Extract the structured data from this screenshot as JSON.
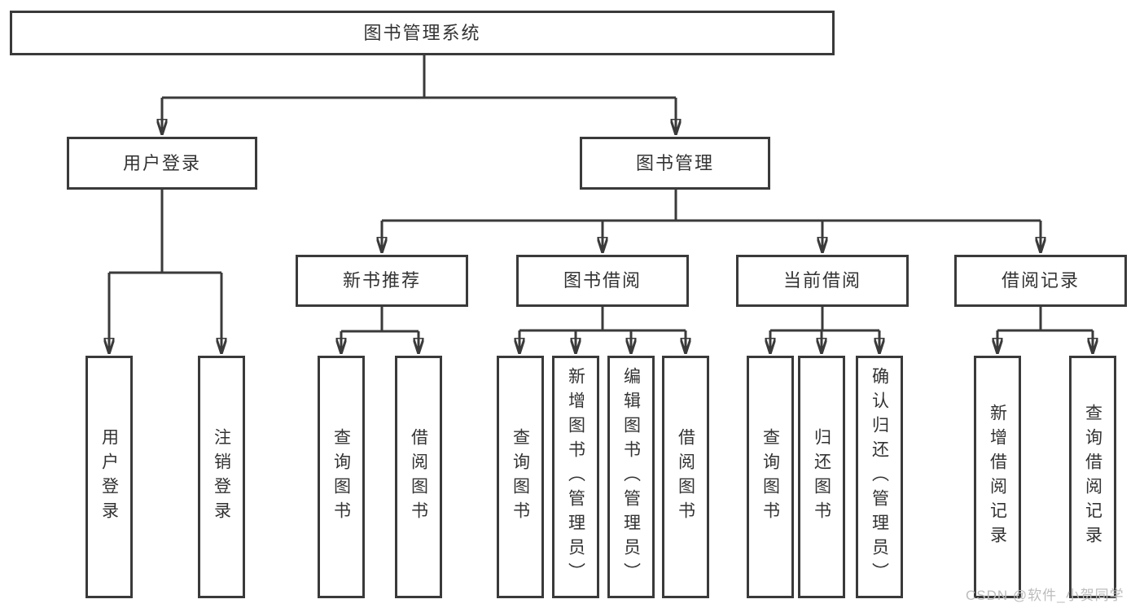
{
  "diagram": {
    "root": {
      "label": "图书管理系统"
    },
    "branches": [
      {
        "label": "用户登录",
        "children": [
          {
            "label": "用户登录"
          },
          {
            "label": "注销登录"
          }
        ]
      },
      {
        "label": "图书管理",
        "children": [
          {
            "label": "新书推荐",
            "children": [
              {
                "label": "查询图书"
              },
              {
                "label": "借阅图书"
              }
            ]
          },
          {
            "label": "图书借阅",
            "children": [
              {
                "label": "查询图书"
              },
              {
                "label": "新增图书（管理员）"
              },
              {
                "label": "编辑图书（管理员）"
              },
              {
                "label": "借阅图书"
              }
            ]
          },
          {
            "label": "当前借阅",
            "children": [
              {
                "label": "查询图书"
              },
              {
                "label": "归还图书"
              },
              {
                "label": "确认归还（管理员）"
              }
            ]
          },
          {
            "label": "借阅记录",
            "children": [
              {
                "label": "新增借阅记录"
              },
              {
                "label": "查询借阅记录"
              }
            ]
          }
        ]
      }
    ]
  },
  "watermark": {
    "text": "CSDN @软件_小贺同学"
  },
  "colors": {
    "line": "#3a3a3a",
    "text": "#333333",
    "watermark": "#bcbcbc",
    "background": "#ffffff"
  }
}
